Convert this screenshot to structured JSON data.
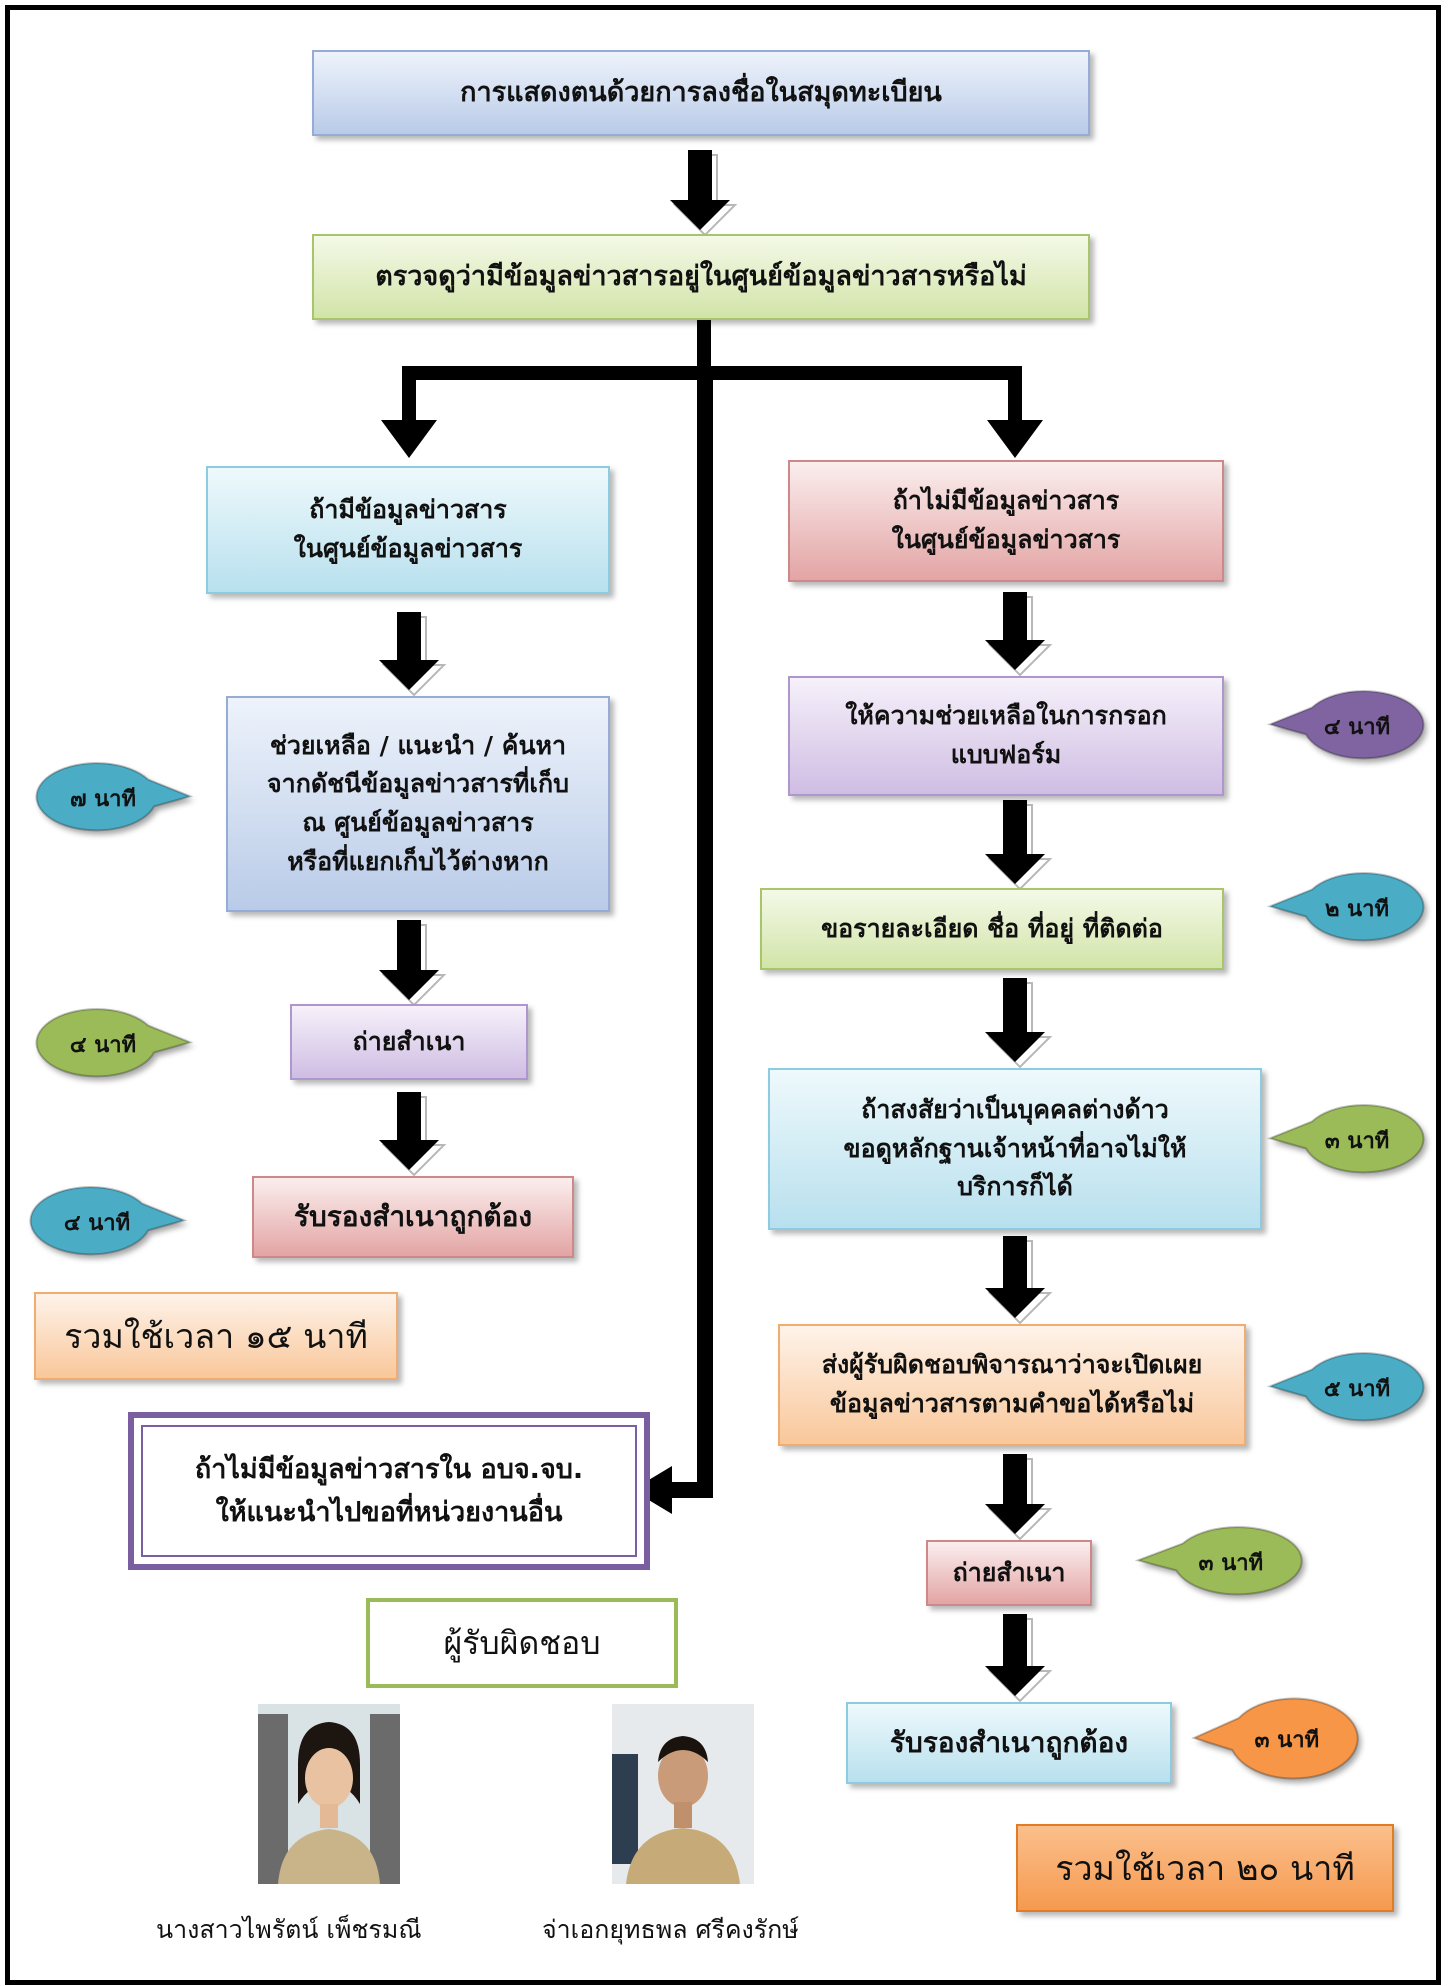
{
  "flow": {
    "start": "การแสดงตนด้วยการลงชื่อในสมุดทะเบียน",
    "check": "ตรวจดูว่ามีข้อมูลข่าวสารอยู่ในศูนย์ข้อมูลข่าวสารหรือไม่",
    "left": {
      "branch": "ถ้ามีข้อมูลข่าวสาร\nในศูนย์ข้อมูลข่าวสาร",
      "step1": "ช่วยเหลือ / แนะนำ / ค้นหา\nจากดัชนีข้อมูลข่าวสารที่เก็บ\nณ ศูนย์ข้อมูลข่าวสาร\nหรือที่แยกเก็บไว้ต่างหาก",
      "step2": "ถ่ายสำเนา",
      "step3": "รับรองสำเนาถูกต้อง",
      "total": "รวมใช้เวลา  ๑๕  นาที"
    },
    "right": {
      "branch": "ถ้าไม่มีข้อมูลข่าวสาร\nในศูนย์ข้อมูลข่าวสาร",
      "step1": "ให้ความช่วยเหลือในการกรอก\nแบบฟอร์ม",
      "step2": "ขอรายละเอียด  ชื่อ  ที่อยู่  ที่ติดต่อ",
      "step3": "ถ้าสงสัยว่าเป็นบุคคลต่างด้าว\nขอดูหลักฐานเจ้าหน้าที่อาจไม่ให้\nบริการก็ได้",
      "step4": "ส่งผู้รับผิดชอบพิจารณาว่าจะเปิดเผย\nข้อมูลข่าวสารตามคำขอได้หรือไม่",
      "step5": "ถ่ายสำเนา",
      "step6": "รับรองสำเนาถูกต้อง",
      "total": "รวมใช้เวลา  ๒๐  นาที"
    },
    "note": "ถ้าไม่มีข้อมูลข่าวสารใน  อบจ.จบ.\nให้แนะนำไปขอที่หน่วยงานอื่น"
  },
  "times": {
    "left_step1": "๗  นาที",
    "left_step2": "๔  นาที",
    "left_step3": "๔  นาที",
    "right_step1": "๔  นาที",
    "right_step2": "๒  นาที",
    "right_step3": "๓  นาที",
    "right_step4": "๕  นาที",
    "right_step5": "๓  นาที",
    "right_step6": "๓  นาที"
  },
  "responsible": {
    "title": "ผู้รับผิดชอบ",
    "person1": "นางสาวไพรัตน์  เพ็ชรมณี",
    "person2": "จ่าเอกยุทธพล  ศรีคงรักษ์"
  },
  "colors": {
    "blue_bubble": "#4bacc6",
    "green_bubble": "#9bbb59",
    "purple_bubble": "#8064a2",
    "orange_bubble": "#f79646",
    "frame": "#000000"
  }
}
